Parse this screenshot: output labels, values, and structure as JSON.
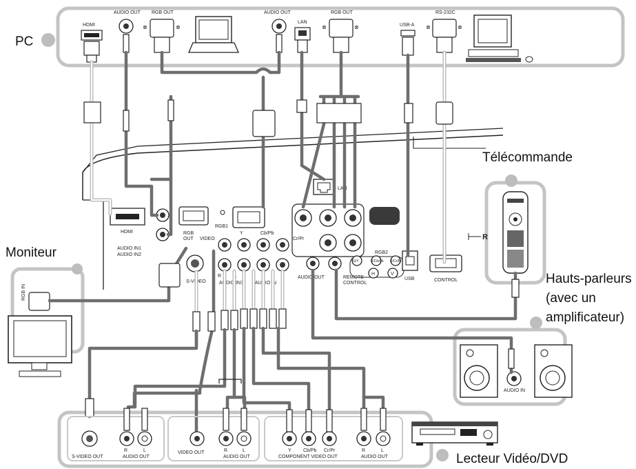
{
  "labels": {
    "pc": "PC",
    "monitor": "Moniteur",
    "remote": "Télécommande",
    "speakers_line1": "Hauts-parleurs",
    "speakers_line2": "(avec un",
    "speakers_line3": "amplificateur)",
    "vcr_dvd": "Lecteur Vidéo/DVD"
  },
  "pc_ports": {
    "hdmi": "HDMI",
    "audio_out_1": "AUDIO OUT",
    "rgb_out_1": "RGB OUT",
    "audio_out_2": "AUDIO OUT",
    "lan": "LAN",
    "rgb_out_2": "RGB OUT",
    "usb_a": "USB-A",
    "rs232c": "RS-232C"
  },
  "projector_ports": {
    "hdmi": "HDMI",
    "audio_in1": "AUDIO IN1",
    "audio_in2": "AUDIO IN2",
    "rgb_out": "RGB",
    "rgb_out2": "OUT",
    "rgb1": "RGB1",
    "video": "VIDEO",
    "y": "Y",
    "cb_pb": "Cb/Pb",
    "cr_pr": "Cr/Pr",
    "s_video": "S-VIDEO",
    "r": "R",
    "l": "L",
    "audio_in3": "AUDIO IN3",
    "audio_in4": "AUDIO IN",
    "audio_out": "AUDIO OUT",
    "remote_control1": "REMOTE",
    "remote_control2": "CONTROL",
    "rgb2": "RGB2",
    "lan": "LAN",
    "usb": "USB",
    "control": "CONTROL",
    "g_y": "G/Y",
    "b_cb": "B/Cb/Pb",
    "r_cr": "R/Cr/Pr",
    "h": "H",
    "v": "V"
  },
  "monitor_ports": {
    "rgb_in": "RGB IN"
  },
  "speaker_ports": {
    "audio_in": "AUDIO IN"
  },
  "source_ports": {
    "s_video_out": "S-VIDEO OUT",
    "r": "R",
    "l": "L",
    "audio_out": "AUDIO OUT",
    "video_out": "VIDEO OUT",
    "y": "Y",
    "cb_pb": "Cb/Pb",
    "cr_pr": "Cr/Pr",
    "component_video_out": "COMPONENT VIDEO OUT"
  }
}
